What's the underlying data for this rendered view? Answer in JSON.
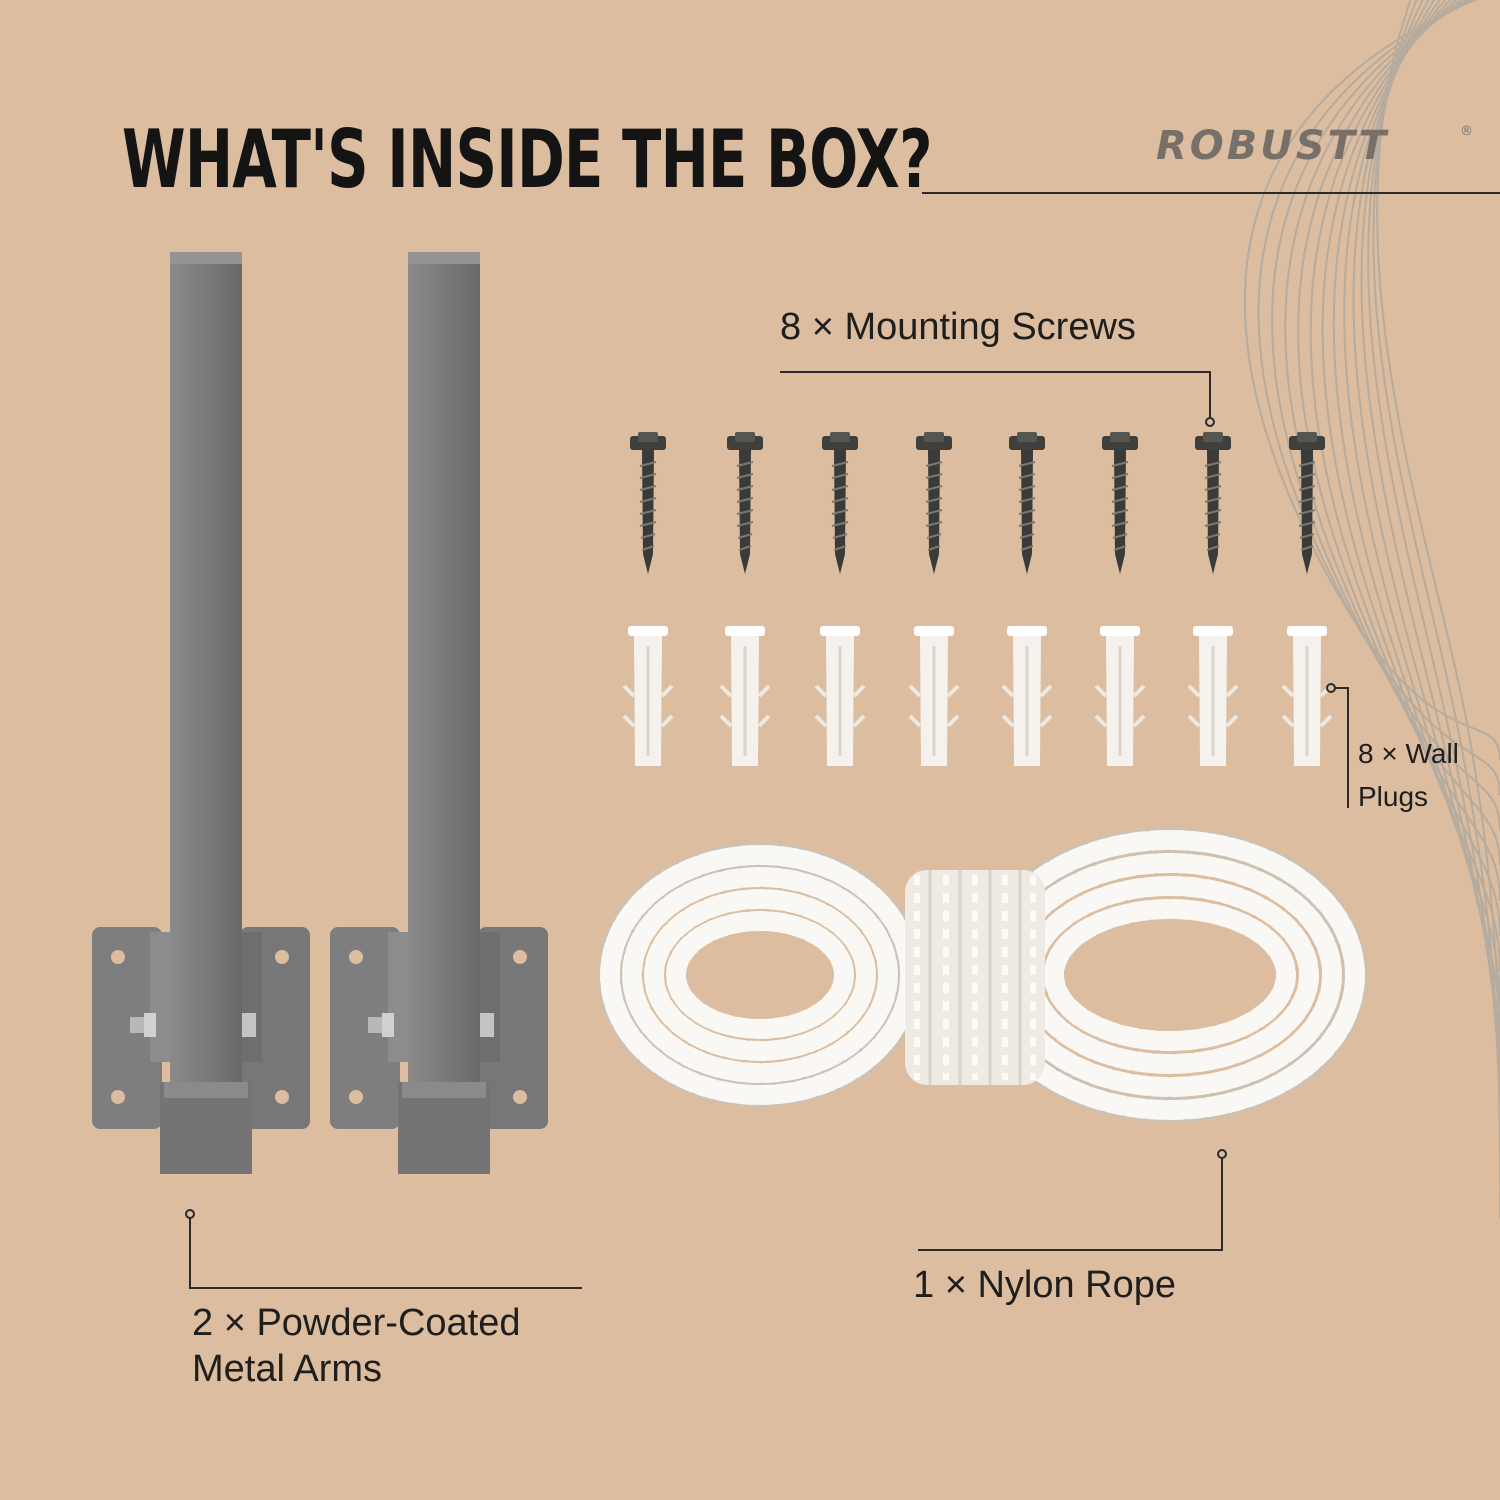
{
  "header": {
    "title": "WHAT'S INSIDE THE BOX?",
    "brand": "ROBUSTT",
    "brand_mark": "®"
  },
  "items": {
    "screws": {
      "label": "8 × Mounting Screws",
      "count": 8
    },
    "plugs": {
      "label_line1": "8 × Wall",
      "label_line2": "Plugs",
      "count": 8
    },
    "rope": {
      "label": "1 × Nylon Rope"
    },
    "arms": {
      "label_line1": "2 × Powder-Coated",
      "label_line2": "Metal Arms",
      "count": 2
    }
  },
  "colors": {
    "background": "#dcbd9f",
    "text": "#1e1e1e",
    "metal_arm": "#7d7d7d",
    "screw": "#3a3a38",
    "plug": "#f5f2ee",
    "rope": "#faf8f4",
    "decor_lines": "#a9a59e"
  }
}
